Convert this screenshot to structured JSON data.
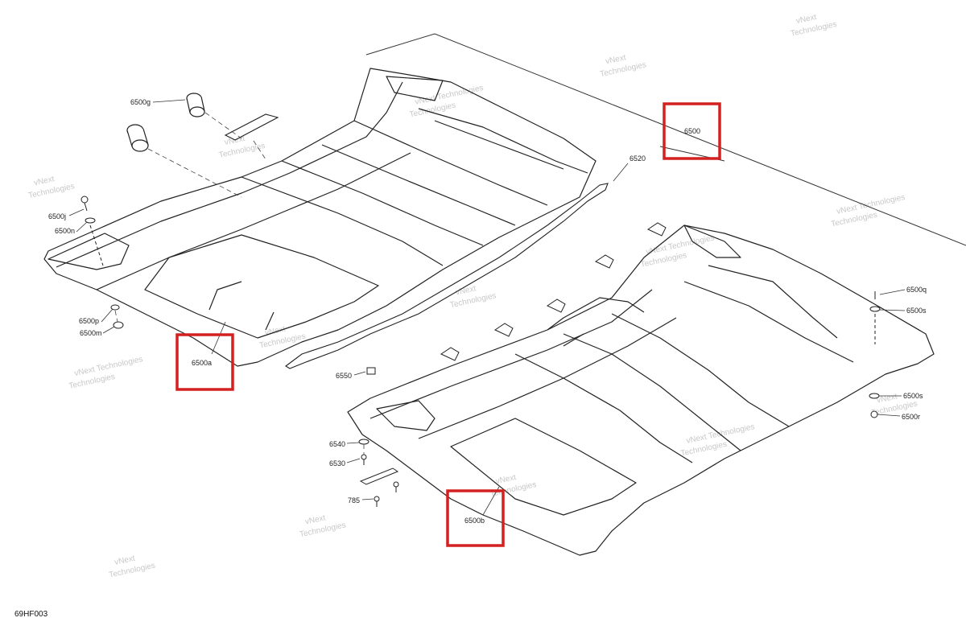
{
  "diagram_code": "69HF003",
  "watermark": {
    "line1": "vNext",
    "line2": "Technologies",
    "inline": "vNext Technologies"
  },
  "highlight_color": "#d42020",
  "labels": {
    "p6500": "6500",
    "p6500a": "6500a",
    "p6500b": "6500b",
    "p6500g": "6500g",
    "p6500j": "6500j",
    "p6500n": "6500n",
    "p6500p": "6500p",
    "p6500m": "6500m",
    "p6520": "6520",
    "p6550": "6550",
    "p6540": "6540",
    "p6530": "6530",
    "p785": "785",
    "p6500q": "6500q",
    "p6500s_top": "6500s",
    "p6500s_bot": "6500s",
    "p6500r": "6500r"
  }
}
